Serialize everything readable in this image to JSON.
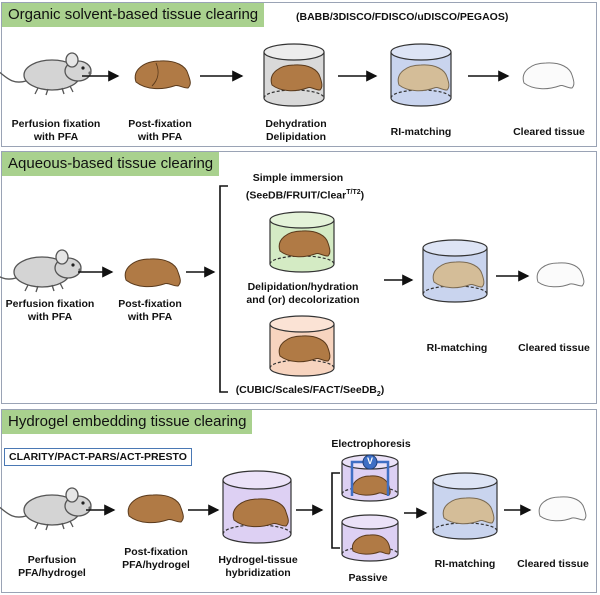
{
  "panel1": {
    "title": "Organic solvent-based tissue clearing",
    "methods": "(BABB/3DISCO/FDISCO/uDISCO/PEGAOS)",
    "steps": [
      "Perfusion fixation\nwith PFA",
      "Post-fixation\nwith PFA",
      "Dehydration\nDelipidation",
      "RI-matching",
      "Cleared tissue"
    ]
  },
  "panel2": {
    "title": "Aqueous-based tissue clearing",
    "branch_top_title": "Simple  immersion",
    "branch_top_methods": "(SeeDB/FRUIT/Clear",
    "branch_top_sup": "T/T2",
    "branch_top_close": ")",
    "branch_mid_label": "Delipidation/hydration\nand (or) decolorization",
    "branch_bottom_methods": "(CUBIC/ScaleS/FACT/SeeDB",
    "branch_bottom_sub": "2",
    "branch_bottom_close": ")",
    "steps": [
      "Perfusion fixation\nwith PFA",
      "Post-fixation\nwith PFA",
      "RI-matching",
      "Cleared tissue"
    ]
  },
  "panel3": {
    "title": "Hydrogel embedding tissue clearing",
    "methods": "CLARITY/PACT-PARS/ACT-PRESTO",
    "electrophoresis_label": "Electrophoresis",
    "voltage_symbol": "V",
    "passive_label": "Passive",
    "steps": [
      "Perfusion\nPFA/hydrogel",
      "Post-fixation\nPFA/hydrogel",
      "Hydrogel-tissue\nhybridization",
      "RI-matching",
      "Cleared tissue"
    ]
  },
  "colors": {
    "header_bg": "#a9d18e",
    "border": "#9aa3b5",
    "brain_fixed": "#b07a45",
    "brain_matched": "#d4bd98",
    "container_grey": "#d9d9d9",
    "container_blue": "#c9d4ee",
    "container_green": "#d4ebc4",
    "container_orange": "#f7d4bf",
    "container_purple": "#ddd0f3",
    "electrode": "#3f6fc4"
  },
  "icons": [
    "mouse-icon",
    "brain-icon",
    "container-icon",
    "arrow-icon",
    "bracket-icon",
    "voltage-icon"
  ]
}
